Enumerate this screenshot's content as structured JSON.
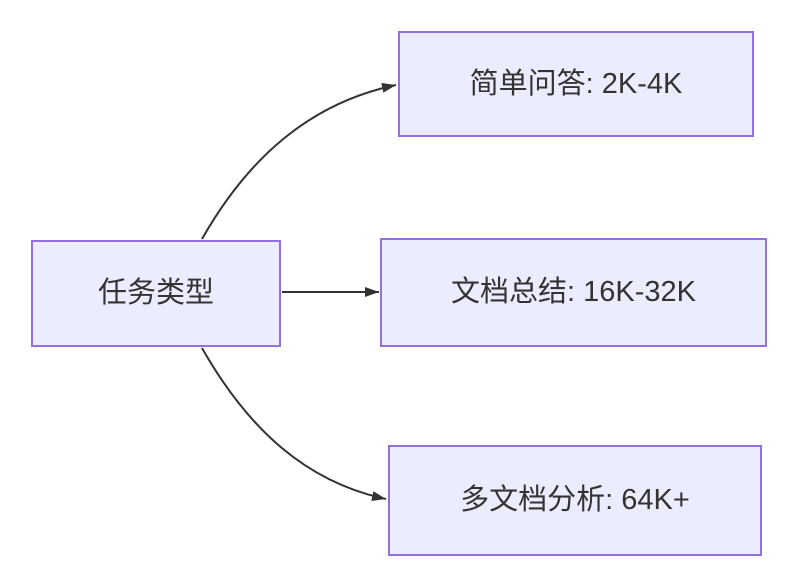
{
  "diagram": {
    "type": "flowchart",
    "direction": "left-to-right",
    "colors": {
      "background": "#ffffff",
      "node_fill": "#ECECFF",
      "node_border": "#9370DB",
      "edge_color": "#333333",
      "text_color": "#333333"
    },
    "root": {
      "label": "任务类型"
    },
    "branches": [
      {
        "label": "简单问答: 2K-4K"
      },
      {
        "label": "文档总结: 16K-32K"
      },
      {
        "label": "多文档分析: 64K+"
      }
    ],
    "connections": [
      {
        "from": "任务类型",
        "to": "简单问答: 2K-4K"
      },
      {
        "from": "任务类型",
        "to": "文档总结: 16K-32K"
      },
      {
        "from": "任务类型",
        "to": "多文档分析: 64K+"
      }
    ],
    "icons": {
      "arrowhead": "filled-triangle-right"
    }
  }
}
